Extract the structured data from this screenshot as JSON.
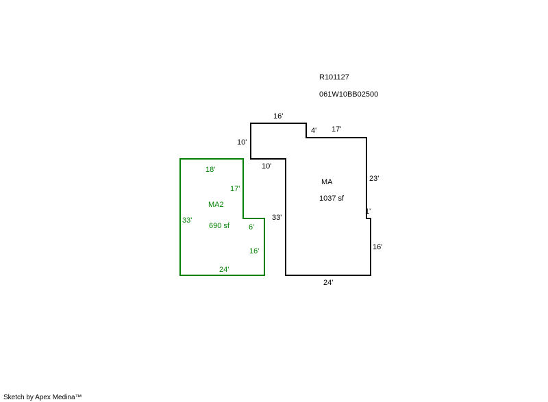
{
  "header": {
    "parcel_id": "R101127",
    "map_number": "061W10BB02500"
  },
  "colors": {
    "main_area": "#000000",
    "secondary_area": "#008000"
  },
  "areas": {
    "main": {
      "name": "MA",
      "size": "1037 sf",
      "dims": {
        "top": "16'",
        "step_top": "4'",
        "upper_right_top": "17'",
        "left_upper": "10'",
        "left_step": "10'",
        "right_upper": "23'",
        "right_jog": "1'",
        "left_lower": "33'",
        "right_lower": "16'",
        "bottom": "24'"
      }
    },
    "secondary": {
      "name": "MA2",
      "size": "690 sf",
      "dims": {
        "top": "18'",
        "right_upper": "17'",
        "left": "33'",
        "notch": "6'",
        "right_lower": "16'",
        "bottom": "24'"
      }
    }
  },
  "footer": {
    "credit": "Sketch by Apex Medina™"
  }
}
